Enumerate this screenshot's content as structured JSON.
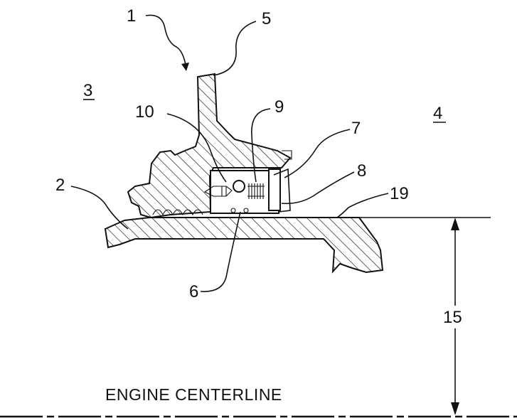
{
  "labels": {
    "l1": "1",
    "l2": "2",
    "l3": "3",
    "l4": "4",
    "l5": "5",
    "l6": "6",
    "l7": "7",
    "l8": "8",
    "l9": "9",
    "l10": "10",
    "l15": "15",
    "l19": "19"
  },
  "centerline_text": "ENGINE CENTERLINE",
  "colors": {
    "ink": "#111111",
    "background": "#ffffff"
  }
}
